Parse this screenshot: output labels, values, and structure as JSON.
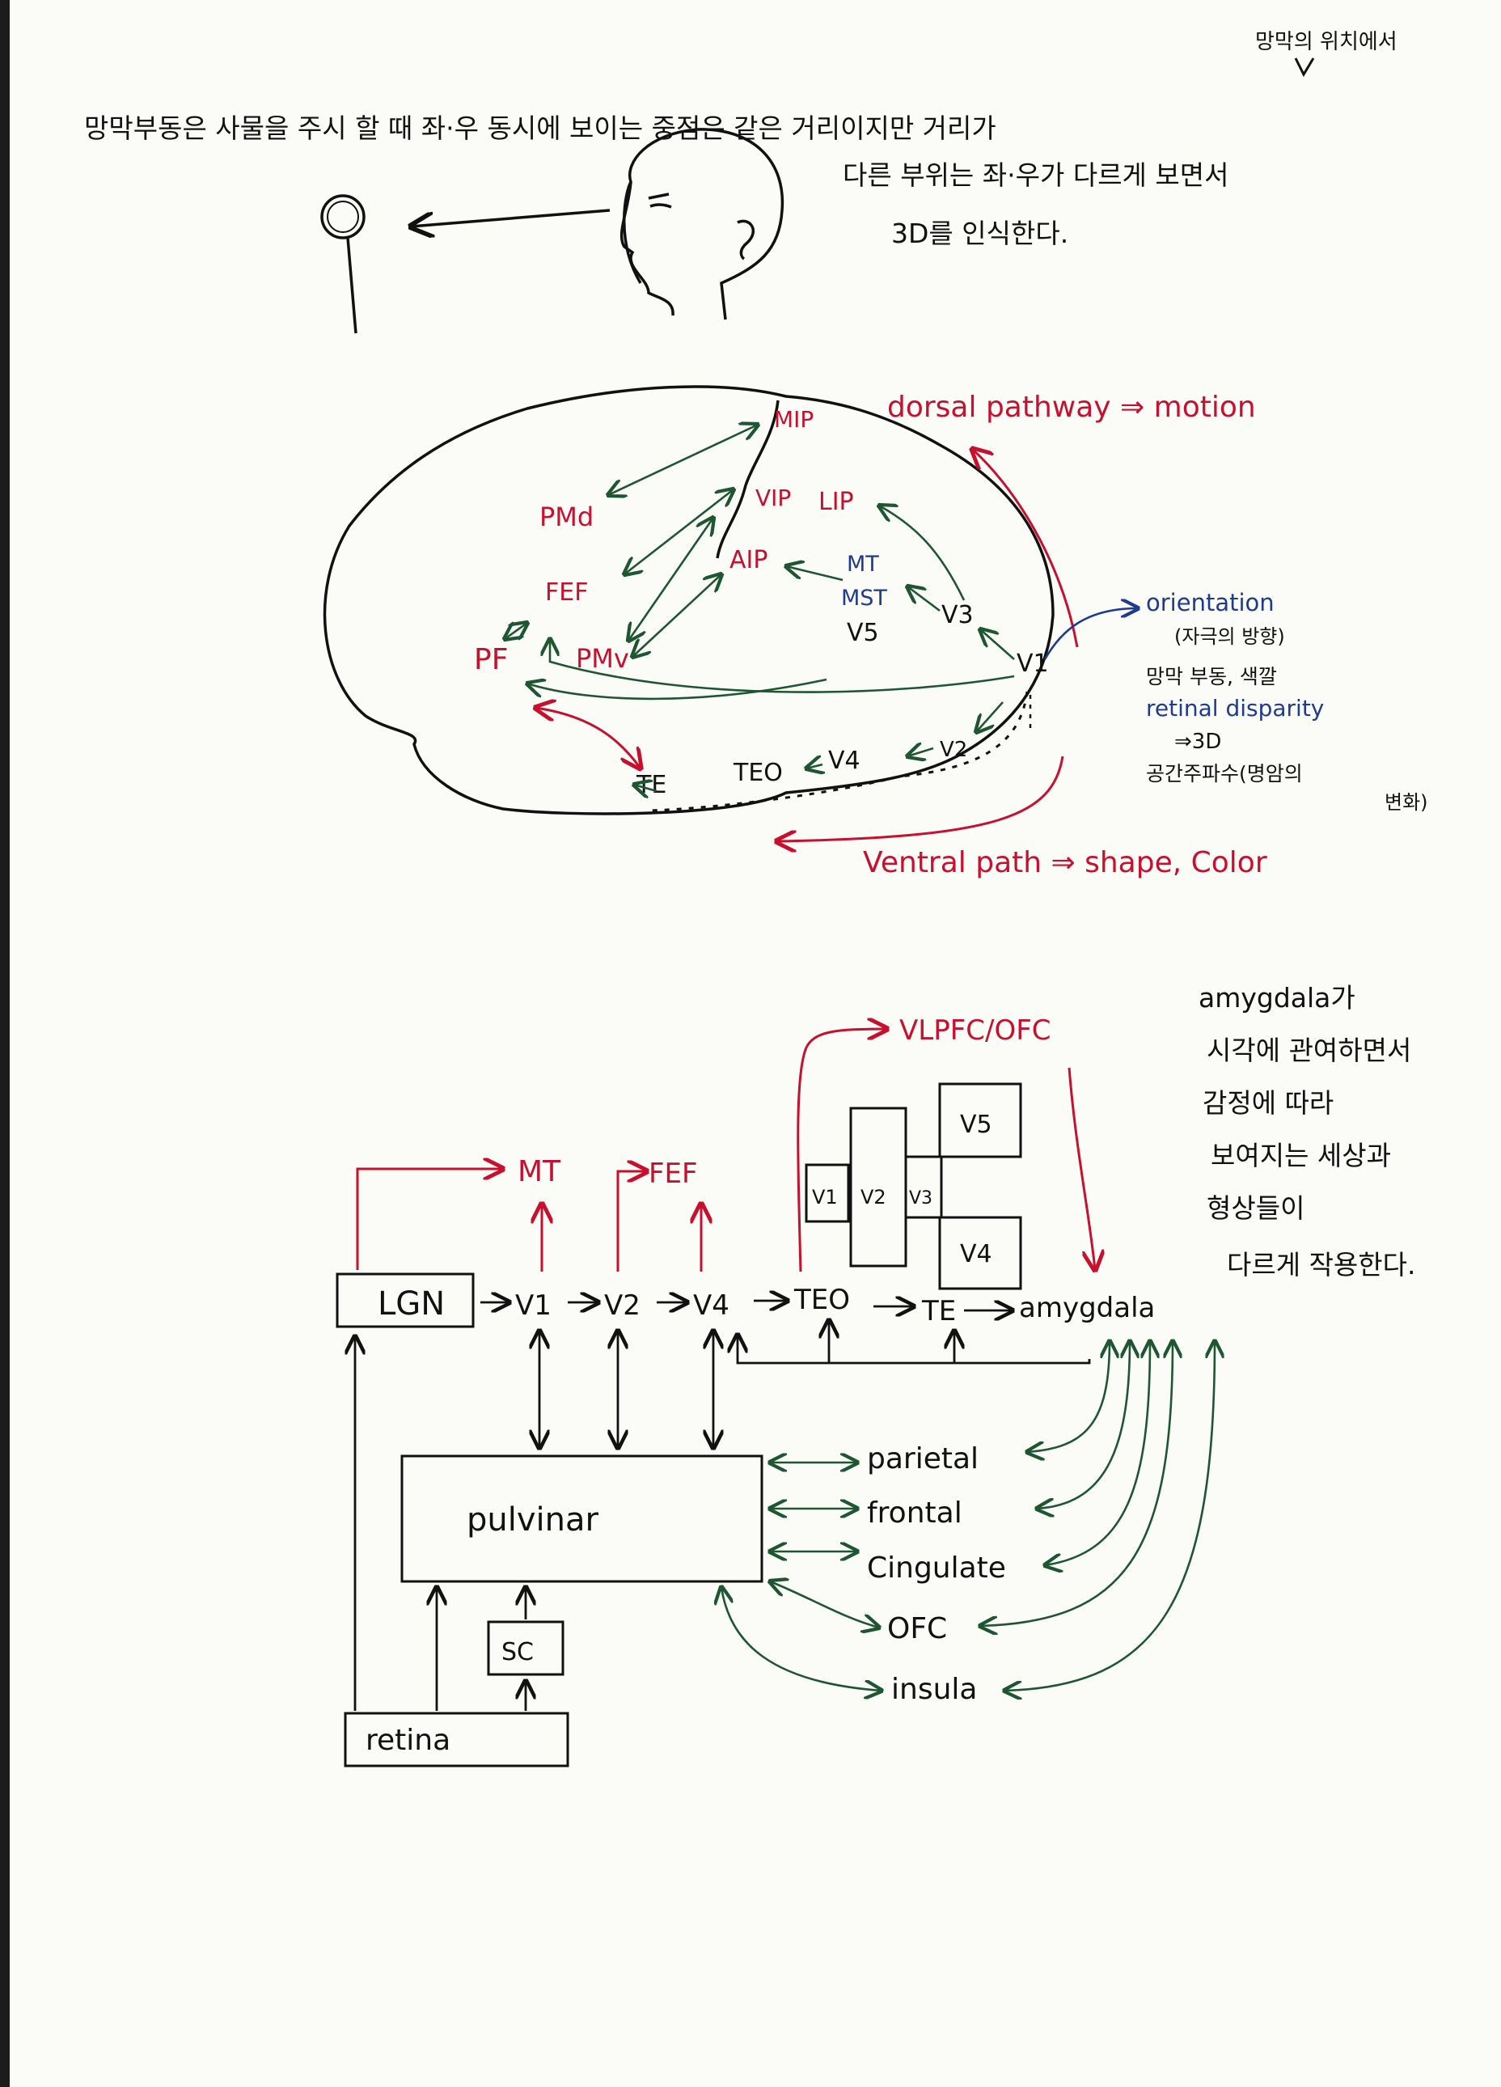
{
  "note": {
    "line1": "망막부동은 사물을 주시 할 때 좌·우 동시에 보이는 중점은 같은 거리이지만 거리가",
    "line1_insert": "망막의 위치에서",
    "line2": "다른 부위는 좌·우가 다르게 보면서",
    "line3": "3D를 인식한다."
  },
  "brain": {
    "labels": {
      "mip": "MIP",
      "pmd": "PMd",
      "vip": "VIP",
      "lip": "LIP",
      "fef": "FEF",
      "aip": "AIP",
      "mt": "MT",
      "mst": "MST",
      "v5": "V5",
      "pf": "PF",
      "pmv": "PMv",
      "v3": "V3",
      "v1": "V1",
      "v2": "V2",
      "v4": "V4",
      "teo": "TEO",
      "te": "TE"
    },
    "dorsal_label": "dorsal pathway ⇒ motion",
    "ventral_label": "Ventral path ⇒ shape, Color",
    "v1_notes": {
      "orientation": "orientation",
      "orientation_ko": "(자극의 방향)",
      "disparity_ko": "망막 부동, 색깔",
      "disparity_en": "retinal disparity",
      "three_d": "⇒3D",
      "spatial_freq": "공간주파수(명암의",
      "spatial_freq_2": "변화)"
    }
  },
  "flow": {
    "lgn": "LGN",
    "v1": "V1",
    "v2": "V2",
    "v4": "V4",
    "teo": "TEO",
    "te": "TE",
    "amygdala": "amygdala",
    "mt": "MT",
    "fef": "FEF",
    "vlpfc": "VLPFC/OFC",
    "pulvinar": "pulvinar",
    "sc": "SC",
    "retina": "retina",
    "targets": [
      "parietal",
      "frontal",
      "Cingulate",
      "OFC",
      "insula"
    ],
    "boxes": {
      "v1": "V1",
      "v2": "V2",
      "v3": "V3",
      "v4": "V4",
      "v5": "V5"
    }
  },
  "side_note": {
    "lines": [
      "amygdala가",
      "시각에 관여하면서",
      "감정에 따라",
      "보여지는 세상과",
      "형상들이",
      "다르게 작용한다."
    ]
  },
  "colors": {
    "black": "#111111",
    "red": "#c8102e",
    "blue": "#1f3a93",
    "green": "#1e5631"
  }
}
